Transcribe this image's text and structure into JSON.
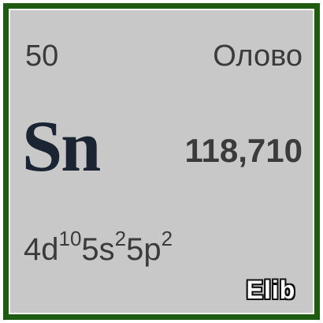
{
  "element": {
    "atomic_number": "50",
    "name": "Олово",
    "symbol": "Sn",
    "atomic_mass": "118,710",
    "configuration": {
      "parts": [
        {
          "base": "4d",
          "exp": "10"
        },
        {
          "base": "5s",
          "exp": "2"
        },
        {
          "base": "5p",
          "exp": "2"
        }
      ]
    }
  },
  "logo": {
    "text": "Elib"
  },
  "colors": {
    "border": "#1f5a12",
    "background": "#c8c8c8",
    "text": "#3b3b3b",
    "symbol": "#1b2433"
  }
}
